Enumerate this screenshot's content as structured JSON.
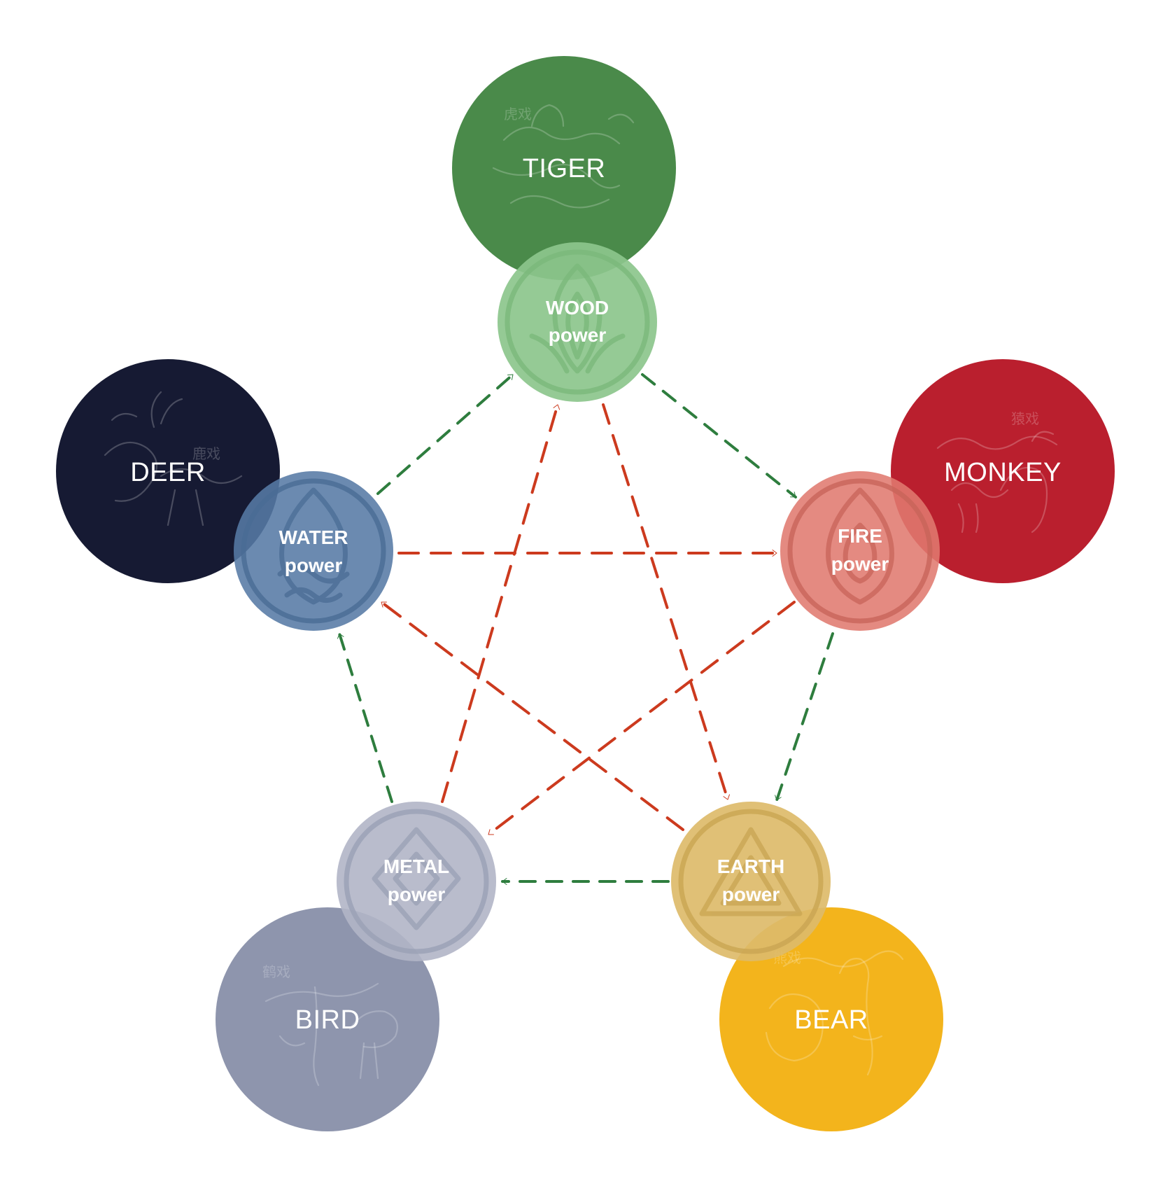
{
  "colors": {
    "generating_arrow": "#2e7d3e",
    "controlling_arrow": "#cc3a1e",
    "tiger": "#4a8a4a",
    "wood": "#8cc68c",
    "monkey": "#ba1f2e",
    "fire": "#e07a70",
    "bear": "#f3b41c",
    "earth": "#ddbb6a",
    "bird": "#8e95ad",
    "metal": "#b1b5c6",
    "deer": "#161a33",
    "water": "#567aa5"
  },
  "animals": {
    "tiger": {
      "label": "TIGER",
      "icon": "tiger-sketch-icon"
    },
    "monkey": {
      "label": "MONKEY",
      "icon": "monkey-sketch-icon"
    },
    "bear": {
      "label": "BEAR",
      "icon": "bear-sketch-icon"
    },
    "bird": {
      "label": "BIRD",
      "icon": "bird-sketch-icon"
    },
    "deer": {
      "label": "DEER",
      "icon": "deer-sketch-icon"
    }
  },
  "powers": {
    "wood": {
      "line1": "WOOD",
      "line2": "power",
      "icon": "leaf-emblem-icon"
    },
    "fire": {
      "line1": "FIRE",
      "line2": "power",
      "icon": "flame-emblem-icon"
    },
    "earth": {
      "line1": "EARTH",
      "line2": "power",
      "icon": "triangle-emblem-icon"
    },
    "metal": {
      "line1": "METAL",
      "line2": "power",
      "icon": "spiral-emblem-icon"
    },
    "water": {
      "line1": "WATER",
      "line2": "power",
      "icon": "wave-emblem-icon"
    }
  }
}
